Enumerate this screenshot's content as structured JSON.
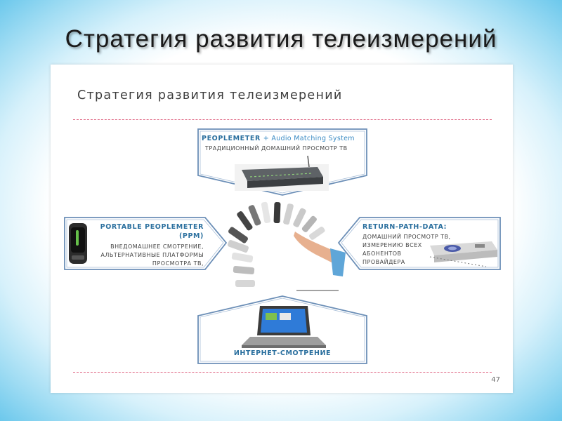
{
  "slide": {
    "title": "Стратегия развития телеизмерений",
    "number": "47"
  },
  "panel": {
    "title": "Стратегия развития телеизмерений"
  },
  "peoplemeter": {
    "name": "PEOPLEMETER",
    "addon": "+ Audio Matching System",
    "desc": "ТРАДИЦИОННЫЙ ДОМАШНИЙ ПРОСМОТР ТВ"
  },
  "ppm": {
    "name_line1": "PORTABLE PEOPLEMETER",
    "name_line2": "(PPM)",
    "desc_line1": "ВНЕДОМАШНЕЕ СМОТРЕНИЕ,",
    "desc_line2": "АЛЬТЕРНАТИВНЫЕ ПЛАТФОРМЫ",
    "desc_line3": "ПРОСМОТРА ТВ,"
  },
  "rpd": {
    "name": "RETURN-PATH-DATA:",
    "desc_line1": "ДОМАШНИЙ ПРОСМОТР  ТВ,",
    "desc_line2": "ИЗМЕРЕНИЮ ВСЕХ",
    "desc_line3": "АБОНЕНТОВ",
    "desc_line4": "ПРОВАЙДЕРА"
  },
  "internet": {
    "label": "ИНТЕРНЕТ-СМОТРЕНИЕ"
  },
  "colors": {
    "accent_blue": "#2a6f9e",
    "dash_pink": "#e06a86",
    "frame_blue": "#6c8fb7"
  }
}
